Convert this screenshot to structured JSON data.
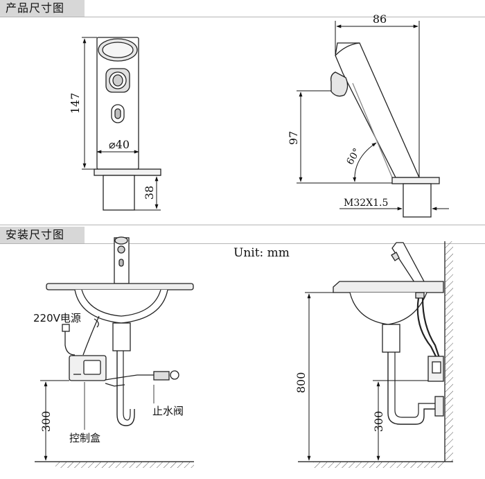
{
  "sections": {
    "product": {
      "title": "产品尺寸图"
    },
    "install": {
      "title": "安装尺寸图"
    }
  },
  "product_dims": {
    "height": "147",
    "diameter": "⌀40",
    "base_height": "38",
    "reach": "86",
    "spout_height": "97",
    "angle": "60°",
    "thread": "M32X1.5"
  },
  "install": {
    "unit": "Unit: mm",
    "power": "220V电源",
    "valve": "止水阀",
    "control_box": "控制盒",
    "box_height_left": "300",
    "sink_height": "800",
    "box_height_right": "300"
  }
}
